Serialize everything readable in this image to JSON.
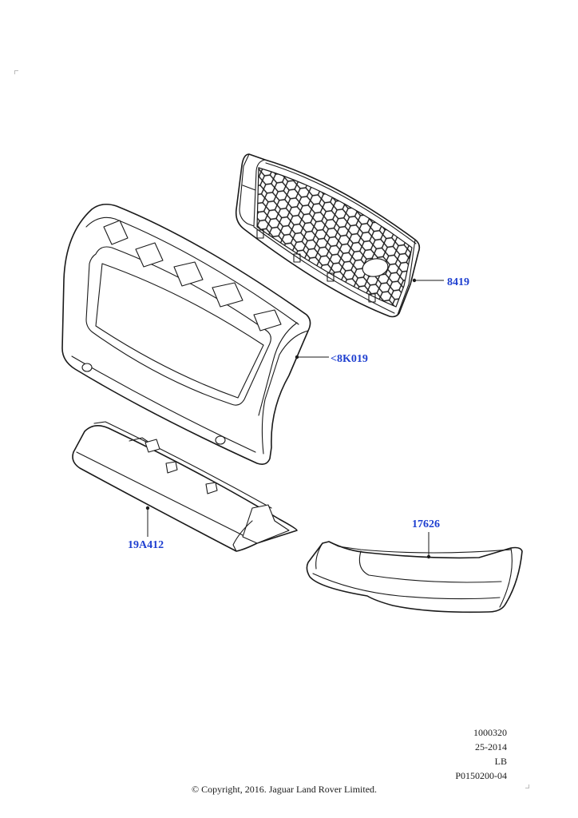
{
  "callouts": {
    "grille": "8419",
    "bumper_cover": "<8K019",
    "lower_trim": "19A412",
    "side_trim": "17626"
  },
  "reference": {
    "line1": "1000320",
    "line2": "25-2014",
    "line3": "LB",
    "line4": "P0150200-04"
  },
  "copyright": "© Copyright, 2016. Jaguar Land Rover Limited.",
  "colors": {
    "callout_text": "#1e3fd0",
    "line_art": "#1a1a1a"
  }
}
